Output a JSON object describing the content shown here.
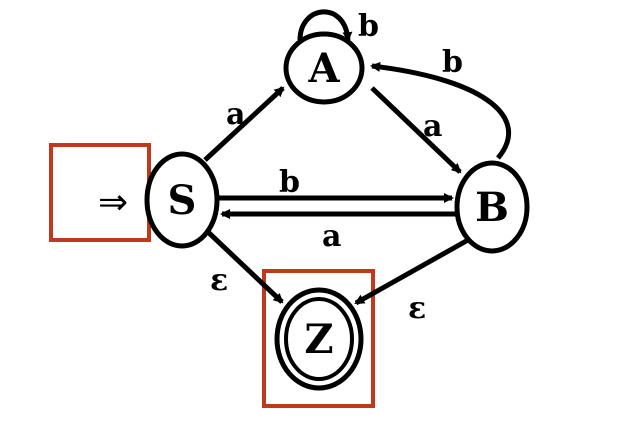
{
  "diagram": {
    "states": [
      {
        "id": "A",
        "label": "A",
        "accepting": false
      },
      {
        "id": "S",
        "label": "S",
        "accepting": false
      },
      {
        "id": "B",
        "label": "B",
        "accepting": false
      },
      {
        "id": "Z",
        "label": "Z",
        "accepting": true
      }
    ],
    "start_symbol": "⇒",
    "transitions": [
      {
        "from": "A",
        "to": "A",
        "label": "b"
      },
      {
        "from": "B",
        "to": "A",
        "label": "b"
      },
      {
        "from": "S",
        "to": "A",
        "label": "a"
      },
      {
        "from": "A",
        "to": "B",
        "label": "a"
      },
      {
        "from": "S",
        "to": "B",
        "label": "b"
      },
      {
        "from": "B",
        "to": "S",
        "label": "a"
      },
      {
        "from": "S",
        "to": "Z",
        "label": "ε"
      },
      {
        "from": "B",
        "to": "Z",
        "label": "ε"
      }
    ],
    "highlight_color": "#c0391b",
    "stroke_color": "#000000"
  }
}
